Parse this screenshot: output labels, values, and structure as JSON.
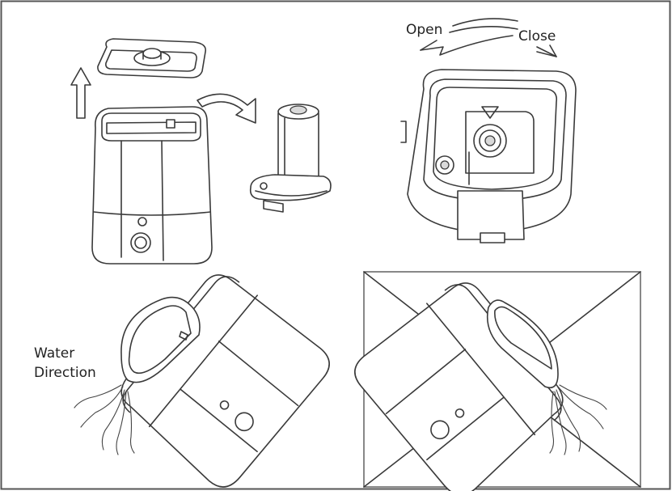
{
  "labels": {
    "open": "Open",
    "close": "Close",
    "water": "Water",
    "direction": "Direction"
  },
  "colors": {
    "line": "#3a3a3a",
    "frame": "#555555",
    "background": "#ffffff"
  }
}
